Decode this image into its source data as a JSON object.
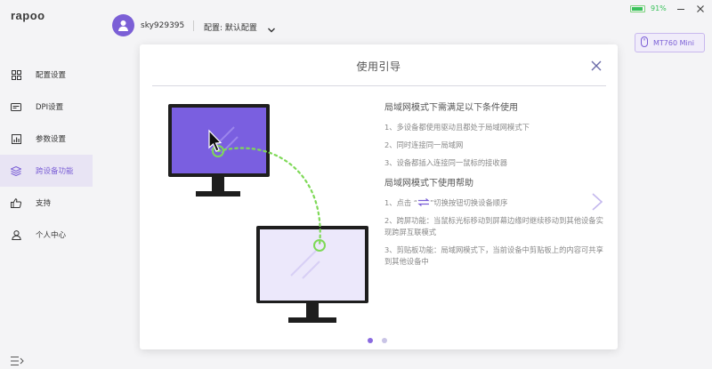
{
  "app": {
    "logo": "rapoo"
  },
  "sidebar": {
    "items": [
      {
        "label": "配置设置",
        "icon": "grid-icon",
        "active": false
      },
      {
        "label": "DPI设置",
        "icon": "dpi-icon",
        "active": false
      },
      {
        "label": "参数设置",
        "icon": "chart-icon",
        "active": false
      },
      {
        "label": "跨设备功能",
        "icon": "layers-icon",
        "active": true
      },
      {
        "label": "支持",
        "icon": "thumbs-up-icon",
        "active": false
      },
      {
        "label": "个人中心",
        "icon": "user-icon",
        "active": false
      }
    ]
  },
  "header": {
    "username": "sky929395",
    "config_label": "配置: 默认配置",
    "battery_text": "91%",
    "battery_level": 0.91,
    "device_name": "MT760 Mini"
  },
  "modal": {
    "title": "使用引导",
    "section1": {
      "title": "局域网模式下需满足以下条件使用",
      "items": [
        "1、多设备都使用驱动且都处于局域网模式下",
        "2、同时连接同一局域网",
        "3、设备都插入连接同一鼠标的接收器"
      ]
    },
    "section2": {
      "title": "局域网模式下使用帮助",
      "item1_prefix": "1、点击 “",
      "item1_suffix": "”切换按钮切换设备顺序",
      "items": [
        "2、跨屏功能：当鼠标光标移动到屏幕边缘时继续移动到其他设备实现跨屏互联模式",
        "3、剪贴板功能：局域网模式下，当前设备中剪贴板上的内容可共享到其他设备中"
      ]
    },
    "pagination": {
      "current": 1,
      "total": 2
    }
  },
  "colors": {
    "accent": "#7b5fd6",
    "active_bg": "#e8e4f4",
    "battery": "#39c15a",
    "connector": "#7ed957"
  }
}
